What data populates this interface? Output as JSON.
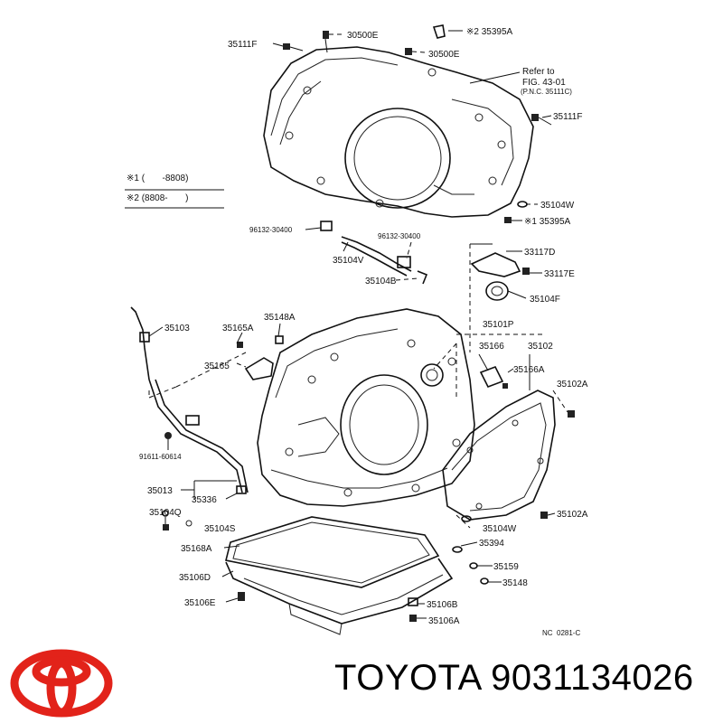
{
  "footer": {
    "brand_text": "TOYOTA 9031134026"
  },
  "colors": {
    "logo_red": "#e2231a",
    "line": "#111111"
  },
  "diagram": {
    "ref_note": [
      "Refer to",
      "FIG. 43-01",
      "(P.N.C. 35111C)"
    ],
    "legend": {
      "row1": "※1 (       -8808)",
      "row2": "※2 (8808-       )"
    },
    "code": "NC  0281-C",
    "callouts": [
      {
        "id": "35111F_top",
        "text": "35111F"
      },
      {
        "id": "30500E_a",
        "text": "30500E"
      },
      {
        "id": "30500E_b",
        "text": "30500E"
      },
      {
        "id": "35395A_top",
        "text": "※2  35395A"
      },
      {
        "id": "35111F_right",
        "text": "35111F"
      },
      {
        "id": "35104W_top",
        "text": "35104W"
      },
      {
        "id": "35395A_bot",
        "text": "※1  35395A"
      },
      {
        "id": "96132_a",
        "text": "96132-30400"
      },
      {
        "id": "96132_b",
        "text": "96132-30400"
      },
      {
        "id": "35104V",
        "text": "35104V"
      },
      {
        "id": "35104B",
        "text": "35104B"
      },
      {
        "id": "33117D",
        "text": "33117D"
      },
      {
        "id": "33117E",
        "text": "33117E"
      },
      {
        "id": "35104F",
        "text": "35104F"
      },
      {
        "id": "35103",
        "text": "35103"
      },
      {
        "id": "35165A",
        "text": "35165A"
      },
      {
        "id": "35148A",
        "text": "35148A"
      },
      {
        "id": "35101P",
        "text": "35101P"
      },
      {
        "id": "35166",
        "text": "35166"
      },
      {
        "id": "35102",
        "text": "35102"
      },
      {
        "id": "35165",
        "text": "35165"
      },
      {
        "id": "35166A",
        "text": "35166A"
      },
      {
        "id": "35102A_top",
        "text": "35102A"
      },
      {
        "id": "91611",
        "text": "91611-60614"
      },
      {
        "id": "35013",
        "text": "35013"
      },
      {
        "id": "35336",
        "text": "35336"
      },
      {
        "id": "35104Q",
        "text": "35104Q"
      },
      {
        "id": "35104S",
        "text": "35104S"
      },
      {
        "id": "35104W_bot",
        "text": "35104W"
      },
      {
        "id": "35102A_bot",
        "text": "35102A"
      },
      {
        "id": "35394",
        "text": "35394"
      },
      {
        "id": "35168A",
        "text": "35168A"
      },
      {
        "id": "35159",
        "text": "35159"
      },
      {
        "id": "35106D",
        "text": "35106D"
      },
      {
        "id": "35148",
        "text": "35148"
      },
      {
        "id": "35106E",
        "text": "35106E"
      },
      {
        "id": "35106B",
        "text": "35106B"
      },
      {
        "id": "35106A",
        "text": "35106A"
      }
    ]
  }
}
